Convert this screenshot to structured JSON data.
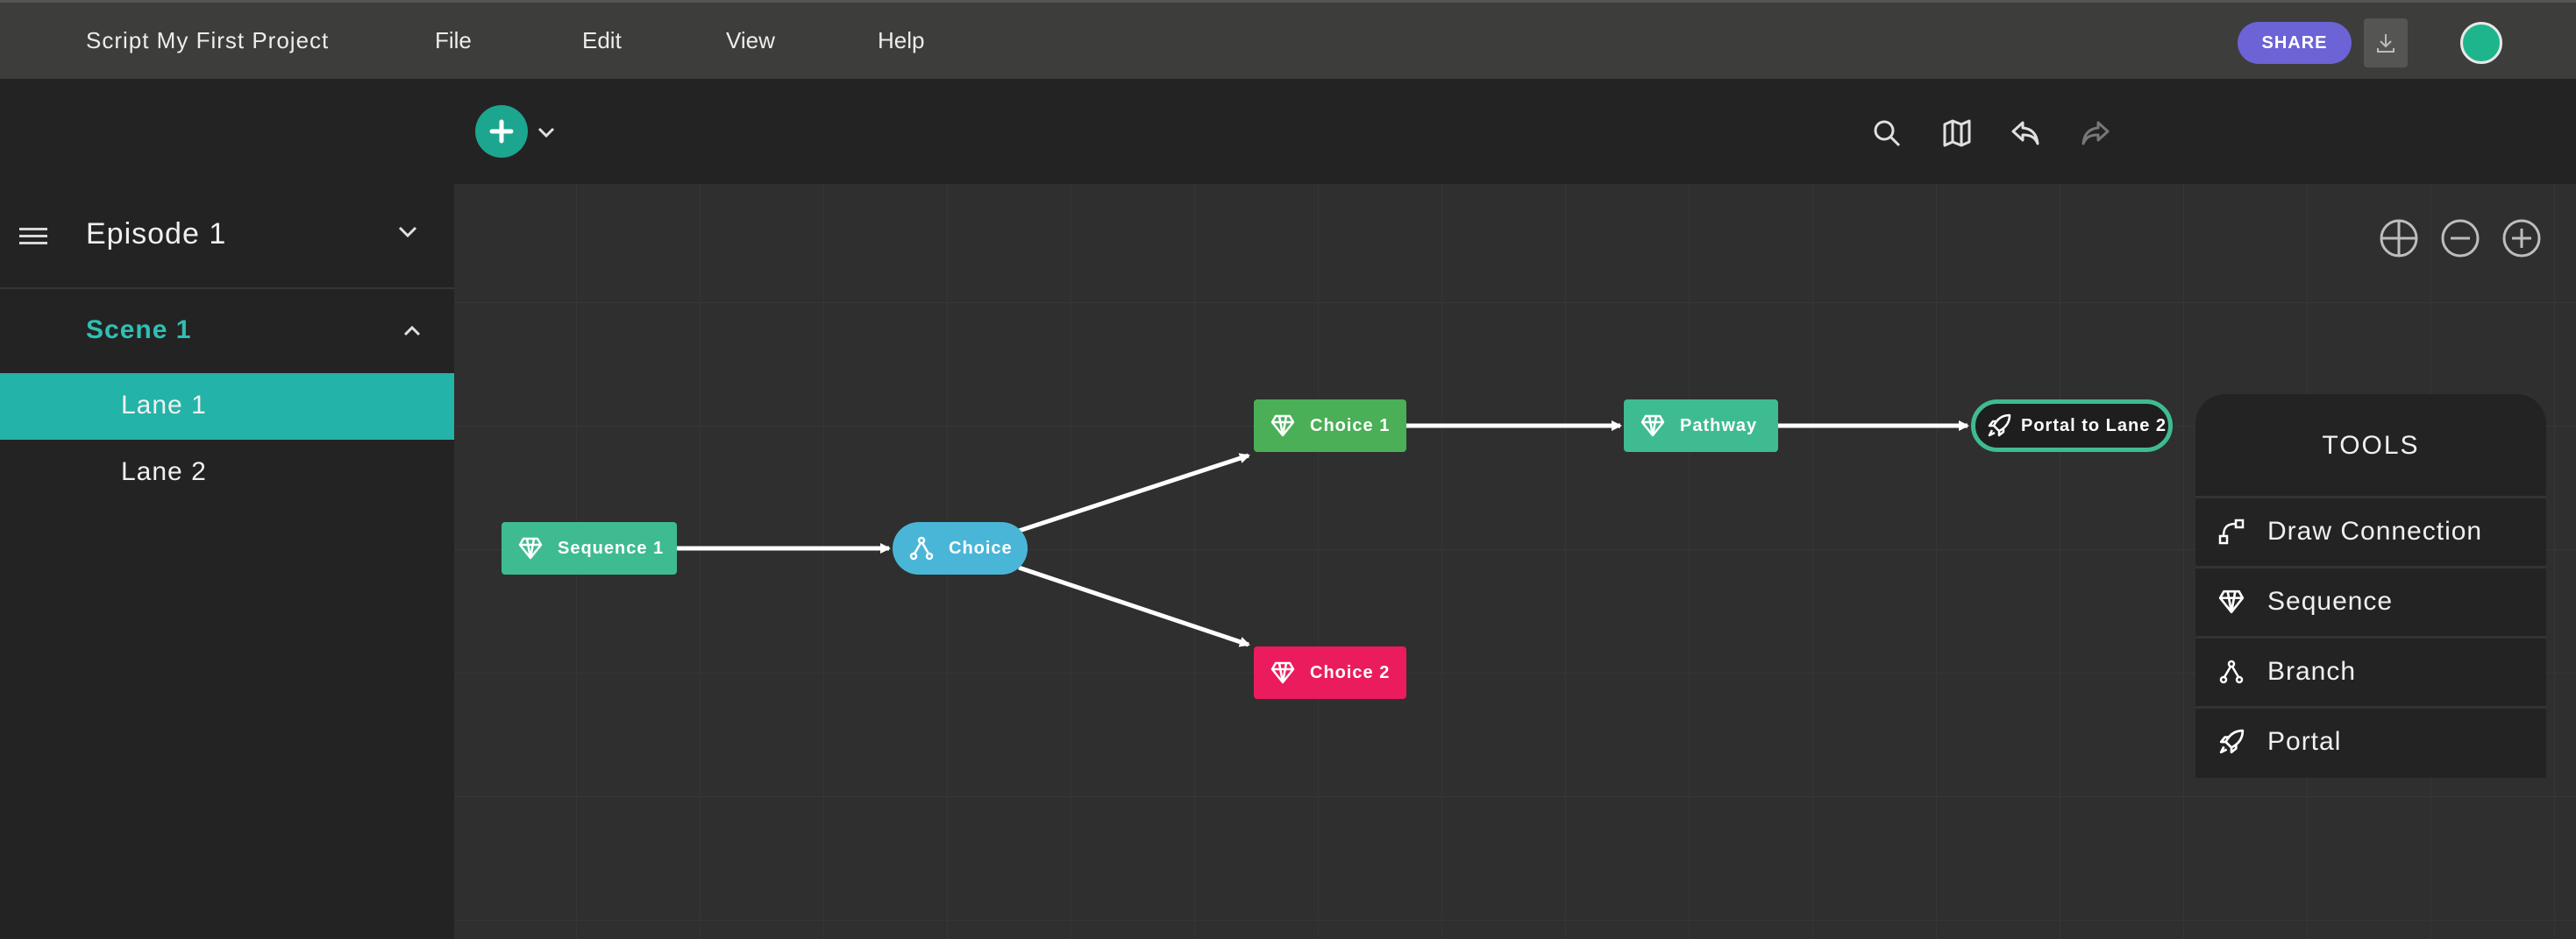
{
  "app": {
    "title": "Script My First Project",
    "menu": [
      "File",
      "Edit",
      "View",
      "Help"
    ],
    "share_label": "SHARE"
  },
  "sidebar": {
    "episode": "Episode 1",
    "scene": "Scene 1",
    "lanes": [
      {
        "label": "Lane 1",
        "active": true
      },
      {
        "label": "Lane 2",
        "active": false
      }
    ]
  },
  "canvas": {
    "nodes": {
      "sequence1": "Sequence 1",
      "choice": "Choice",
      "choice1": "Choice 1",
      "choice2": "Choice 2",
      "pathway": "Pathway",
      "portal": "Portal to Lane 2"
    }
  },
  "tools": {
    "title": "TOOLS",
    "items": [
      {
        "label": "Draw Connection",
        "icon": "connection-icon"
      },
      {
        "label": "Sequence",
        "icon": "diamond-icon"
      },
      {
        "label": "Branch",
        "icon": "branch-icon"
      },
      {
        "label": "Portal",
        "icon": "rocket-icon"
      }
    ]
  },
  "colors": {
    "accent": "#24b3a8",
    "share": "#6c63d6",
    "sequence": "#3fbb91",
    "choice1": "#4aaf57",
    "choice2": "#ea1c5d",
    "branch": "#49b6d8"
  }
}
